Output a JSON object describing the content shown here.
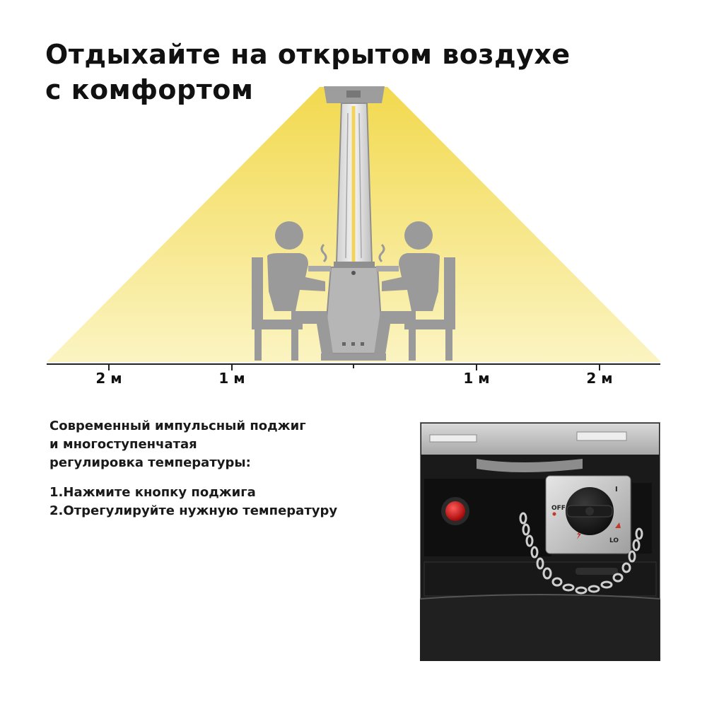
{
  "headline": {
    "line1": "Отдыхайте на открытом воздухе",
    "line2": "с комфортом"
  },
  "diagram": {
    "distance_labels": [
      "2 м",
      "1 м",
      "1 м",
      "2 м"
    ],
    "colors": {
      "heat_zone": "#f7ec8a",
      "heat_zone_top": "#f2d94e",
      "figures": "#9a9a9a",
      "heater": "#b9b9b9"
    }
  },
  "feature": {
    "heading_lines": [
      "Современный импульсный поджиг",
      "и многоступенчатая",
      "регулировка температуры:"
    ],
    "steps": [
      {
        "num": "1.",
        "text": "Нажмите кнопку поджига"
      },
      {
        "num": "2.",
        "text": "Отрегулируйте нужную температуру"
      }
    ]
  },
  "control_panel": {
    "knob_labels": {
      "off": "OFF",
      "high": "I",
      "low": "LO"
    },
    "icons": [
      "ignition-button-icon",
      "flame-icon",
      "spark-icon",
      "chain-icon"
    ]
  }
}
